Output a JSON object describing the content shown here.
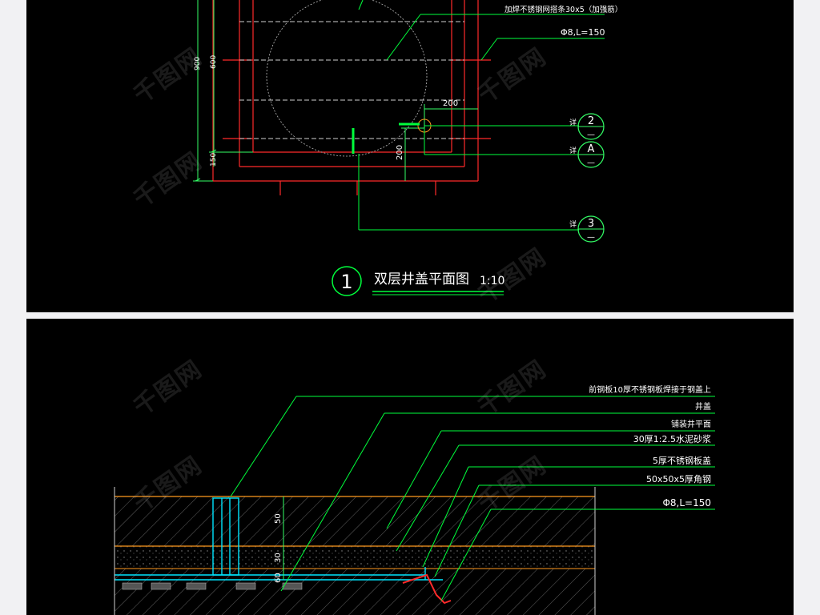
{
  "watermark": "千图网",
  "plan": {
    "callouts": {
      "stainless_frame": "加焊不锈钢网搭条30x5（加强筋）",
      "rebar": "Φ8,L=150"
    },
    "dims": {
      "d900": "900",
      "d600": "600",
      "d150": "150",
      "d200_h": "200",
      "d200_v": "200"
    },
    "markers": [
      {
        "prefix": "详",
        "top": "2",
        "bottom": "—"
      },
      {
        "prefix": "详",
        "top": "A",
        "bottom": "—"
      },
      {
        "prefix": "详",
        "top": "3",
        "bottom": "—"
      }
    ],
    "title": {
      "number": "1",
      "text": "双层井盖平面图",
      "scale": "1:10"
    }
  },
  "section": {
    "callouts": [
      "前钢板10厚不锈钢板焊接于钢盖上",
      "井盖",
      "铺装井平面",
      "30厚1:2.5水泥砂浆",
      "5厚不锈钢板盖",
      "50x50x5厚角钢",
      "Φ8,L=150"
    ],
    "dims": {
      "d50": "50",
      "d30": "30",
      "d60": "60"
    }
  },
  "colors": {
    "background": "#000000",
    "frame": "#ff2a2a",
    "leader": "#00ff3c",
    "dim": "#33ff66",
    "cyan": "#00e5ff",
    "orange": "#ff9a1f",
    "text": "#ffffff"
  }
}
